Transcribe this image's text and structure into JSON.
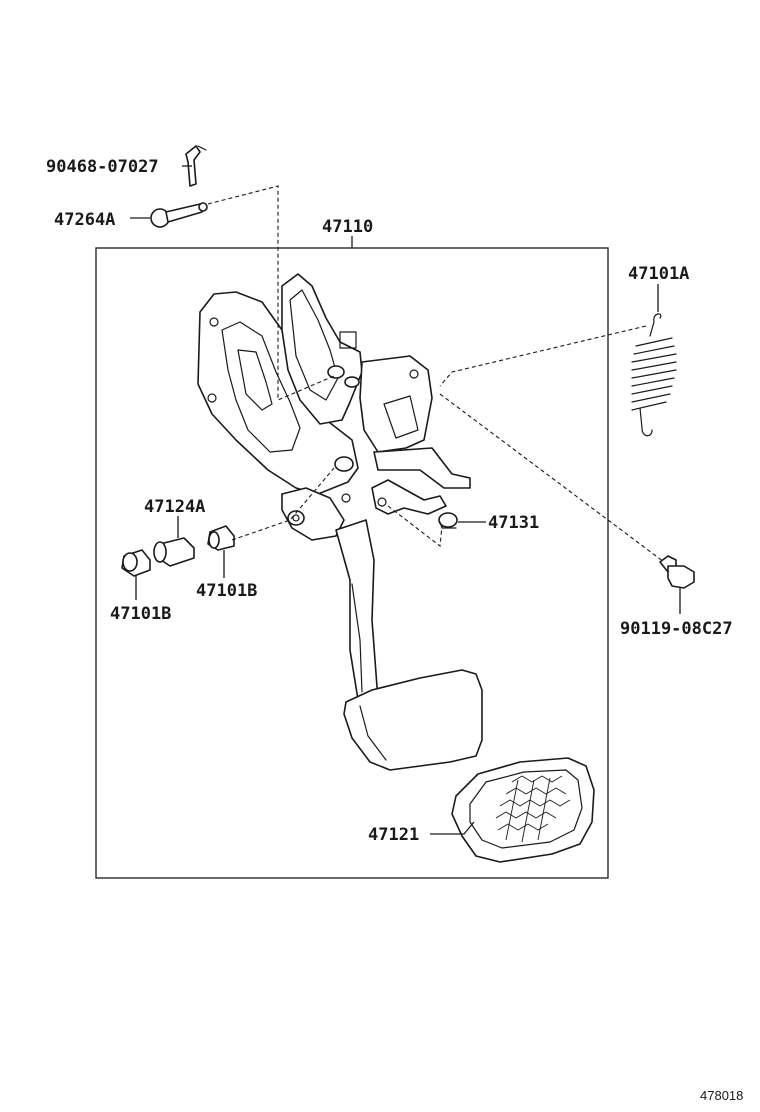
{
  "parts": [
    {
      "id": "p1",
      "number": "90468-07027"
    },
    {
      "id": "p2",
      "number": "47264A"
    },
    {
      "id": "p3",
      "number": "47110"
    },
    {
      "id": "p4",
      "number": "47101A"
    },
    {
      "id": "p5",
      "number": "47124A"
    },
    {
      "id": "p6",
      "number": "47131"
    },
    {
      "id": "p7",
      "number": "47101B"
    },
    {
      "id": "p8",
      "number": "47101B"
    },
    {
      "id": "p9",
      "number": "90119-08C27"
    },
    {
      "id": "p10",
      "number": "47121"
    }
  ],
  "diagram_ref": "478018"
}
